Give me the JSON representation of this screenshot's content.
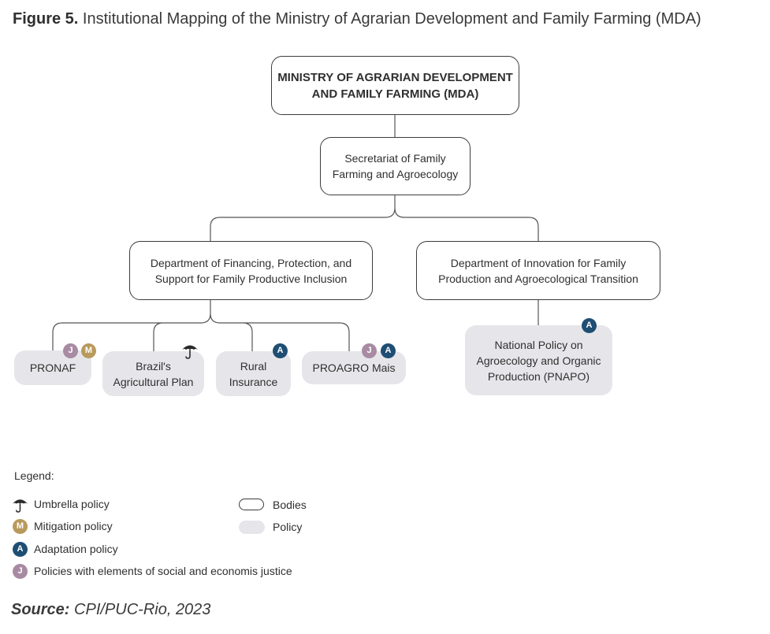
{
  "figure": {
    "label": "Figure 5.",
    "title": "Institutional Mapping of the Ministry of Agrarian Development and Family Farming (MDA)"
  },
  "nodes": {
    "mda": {
      "line1": "MINISTRY OF AGRARIAN DEVELOPMENT",
      "line2": "AND FAMILY FARMING (MDA)"
    },
    "secretariat": {
      "line1": "Secretariat of Family",
      "line2": "Farming and Agroecology"
    },
    "dept_financing": {
      "line1": "Department of Financing, Protection, and",
      "line2": "Support for Family Productive Inclusion"
    },
    "dept_innovation": {
      "line1": "Department of Innovation for Family",
      "line2": "Production and Agroecological Transition"
    },
    "pronaf": {
      "line1": "PRONAF"
    },
    "agri_plan": {
      "line1": "Brazil's",
      "line2": "Agricultural Plan"
    },
    "rural_insurance": {
      "line1": "Rural",
      "line2": "Insurance"
    },
    "proagro": {
      "line1": "PROAGRO Mais"
    },
    "pnapo": {
      "line1": "National Policy on",
      "line2": "Agroecology and Organic",
      "line3": "Production (PNAPO)"
    }
  },
  "badges": {
    "j": "J",
    "m": "M",
    "a": "A"
  },
  "legend": {
    "title": "Legend:",
    "umbrella": "Umbrella policy",
    "mitigation": "Mitigation policy",
    "adaptation": "Adaptation policy",
    "justice": "Policies with elements of social and economis justice",
    "bodies": "Bodies",
    "policy": "Policy"
  },
  "source": {
    "label": "Source:",
    "text": "CPI/PUC-Rio, 2023"
  },
  "colors": {
    "justice_badge": "#a88aa3",
    "mitigation_badge": "#b99a5c",
    "adaptation_badge": "#1f4e73",
    "policy_fill": "#e6e6ea",
    "body_border": "#3c3c3c"
  }
}
